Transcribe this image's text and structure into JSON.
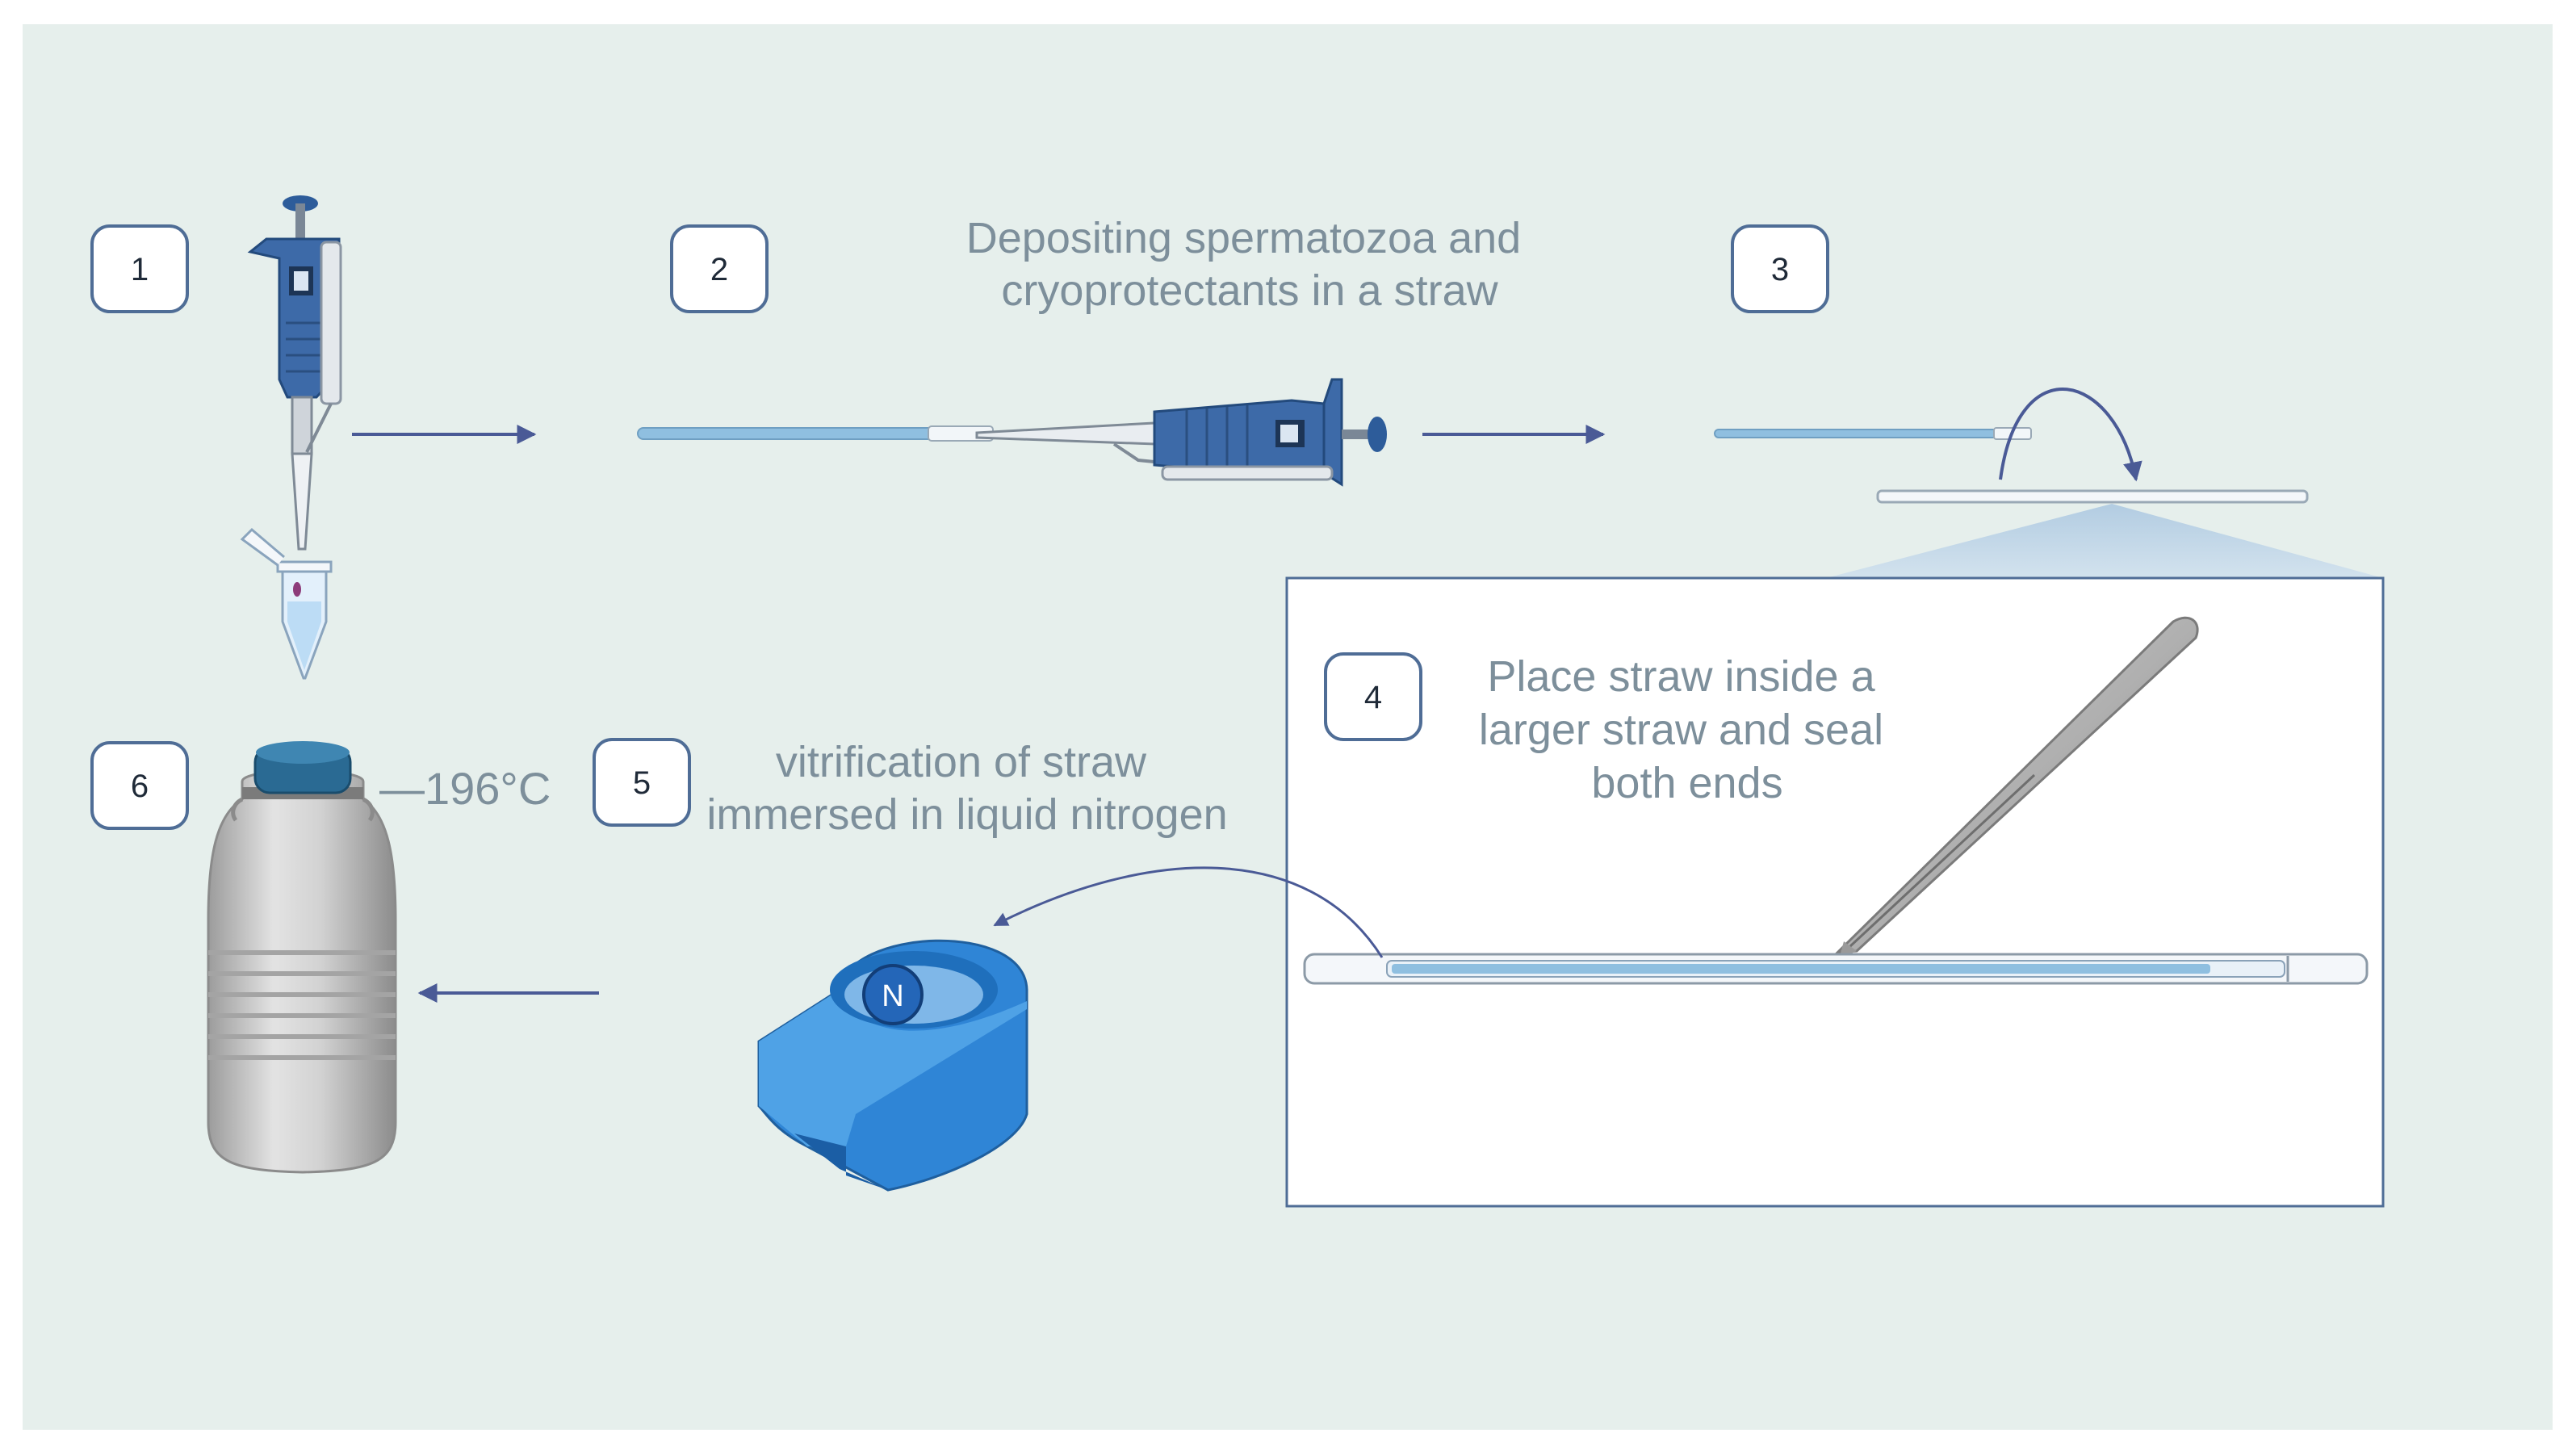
{
  "colors": {
    "background": "#e6efec",
    "step_box_stroke": "#4f6d96",
    "arrow": "#4a5a96",
    "pipette_blue": "#3d6aa8",
    "straw_fill": "#8fbfe0",
    "bath_blue": "#2f85d6",
    "caption_text": "#7d8f9b"
  },
  "steps": [
    {
      "number": "1"
    },
    {
      "number": "2",
      "caption": [
        "Depositing spermatozoa and",
        "cryoprotectants in a straw"
      ]
    },
    {
      "number": "3"
    },
    {
      "number": "4",
      "caption": [
        "Place straw inside a",
        "larger straw and seal",
        "both ends"
      ]
    },
    {
      "number": "5",
      "caption": [
        "vitrification of straw",
        "immersed in liquid nitrogen"
      ]
    },
    {
      "number": "6",
      "temperature": "—196°C"
    }
  ],
  "bath_badge": "N",
  "icons": [
    "pipette-icon",
    "tube-icon",
    "straw-icon",
    "tweezers-icon",
    "liquid-nitrogen-bath-icon",
    "dewar-flask-icon"
  ]
}
